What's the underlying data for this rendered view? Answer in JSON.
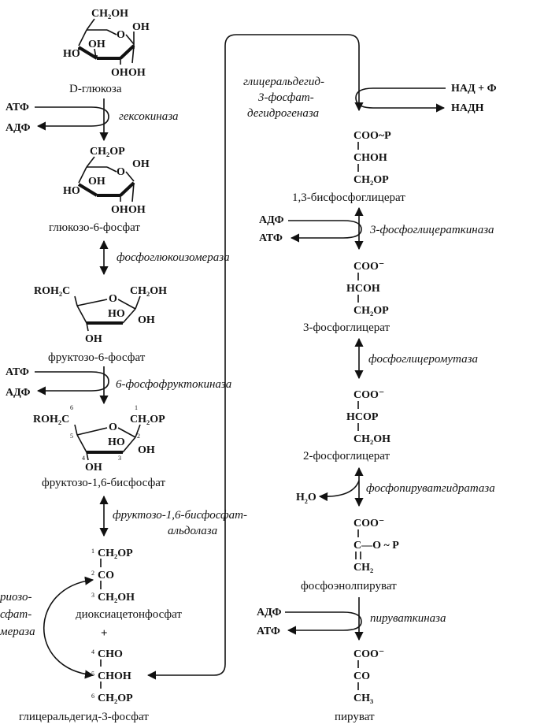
{
  "compounds": {
    "glucose": "D-глюкоза",
    "g6p": "глюкозо-6-фосфат",
    "f6p": "фруктозо-6-фосфат",
    "f16bp": "фруктозо-1,6-бисфосфат",
    "dhap": "диоксиацетонфосфат",
    "plus": "+",
    "g3p": "глицеральдегид-3-фосфат",
    "bpg13": "1,3-бисфосфоглицерат",
    "pg3": "3-фосфоглицерат",
    "pg2": "2-фосфоглицерат",
    "pep": "фосфоэнолпируват",
    "pyruvate": "пируват"
  },
  "enzymes": {
    "hexokinase": "гексокиназа",
    "pgi": "фосфоглюкоизомераза",
    "pfk": "6-фосфофруктокиназа",
    "aldolase_1": "фруктозо-1,6-бисфосфат-",
    "aldolase_2": "альдолаза",
    "tpi_1": "риозо-",
    "tpi_2": "сфат-",
    "tpi_3": "мераза",
    "gapdh_1": "глицеральдегид-",
    "gapdh_2": "3-фосфат-",
    "gapdh_3": "дегидрогеназа",
    "pgk": "3-фосфоглицераткиназа",
    "pgm": "фосфоглицеромутаза",
    "enolase": "фосфопируватгидратаза",
    "pk": "пируваткиназа"
  },
  "cofactors": {
    "atp": "АТФ",
    "adp": "АДФ",
    "nad_p": "НАД + Ф",
    "nadh": "НАДН",
    "h2o": "H",
    "h2o_sub": "2",
    "h2o_o": "O"
  },
  "structures": {
    "ch2oh": "CH₂OH",
    "ch2op": "CH₂OP",
    "oh": "OH",
    "ho": "HO",
    "o": "O",
    "roh2c": "ROH₂C",
    "coo_p": "COO~P",
    "choh": "CHOH",
    "coo_minus": "COO⁻",
    "hcoh": "HCOH",
    "hcop": "HCOP",
    "co": "CO",
    "cho": "CHO",
    "c_o_p": "C—O ~ P",
    "ch2": "CH₂",
    "ch3": "CH₃",
    "c": "C",
    "n1": "1",
    "n2": "2",
    "n3": "3",
    "n4": "4",
    "n5": "5",
    "n6": "6"
  }
}
